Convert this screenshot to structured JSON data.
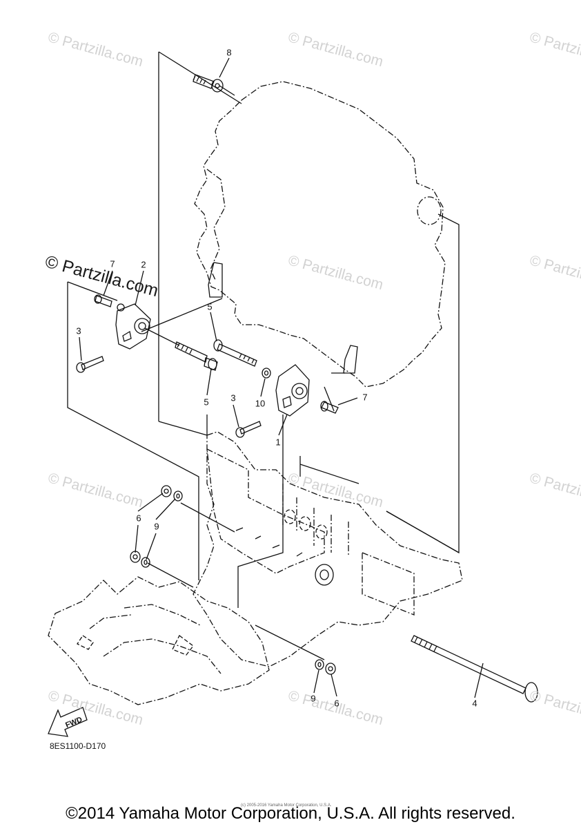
{
  "watermarks": {
    "small": "© Partzilla.com",
    "large": "© Partzilla.com"
  },
  "callouts": {
    "c8": "8",
    "c7_left": "7",
    "c2": "2",
    "c3_left": "3",
    "c5_upper": "5",
    "c5_lower": "5",
    "c3_center": "3",
    "c10": "10",
    "c7_right": "7",
    "c1": "1",
    "c6_left": "6",
    "c9_left": "9",
    "c9_bottom": "9",
    "c6_bottom": "6",
    "c4": "4"
  },
  "fwd_label": "FWD",
  "drawing_code": "8ES1100-D170",
  "tiny_notice": "(c) 2005-2016 Yamaha Motor Corporation, U.S.A.",
  "copyright": "©2014 Yamaha Motor Corporation, U.S.A. All rights reserved.",
  "colors": {
    "line": "#111111",
    "watermark": "#d2d2d2",
    "background": "#ffffff"
  }
}
